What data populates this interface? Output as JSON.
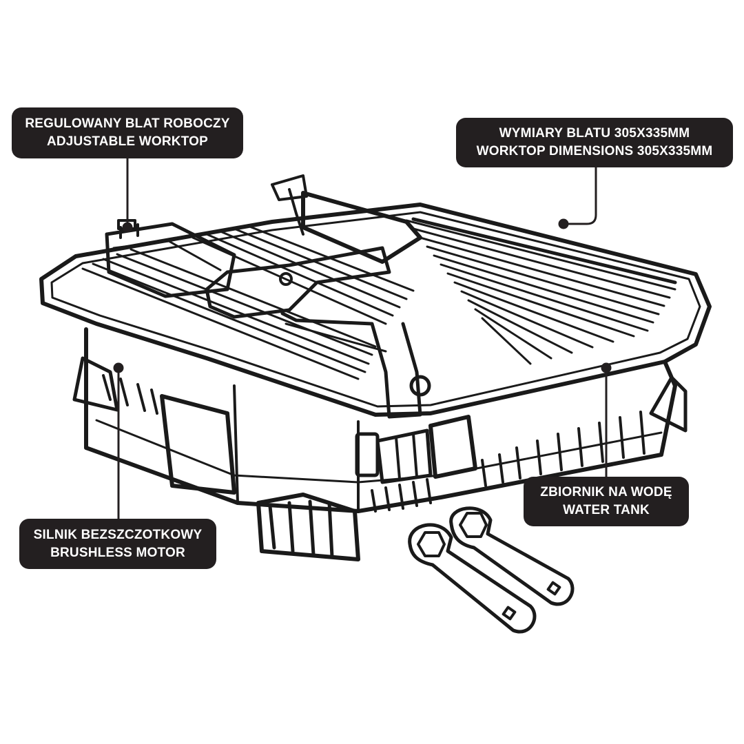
{
  "callouts": {
    "worktop": {
      "line1": "REGULOWANY BLAT ROBOCZY",
      "line2": "ADJUSTABLE WORKTOP"
    },
    "dimensions": {
      "line1": "WYMIARY BLATU 305X335MM",
      "line2": "WORKTOP DIMENSIONS 305X335MM"
    },
    "water_tank": {
      "line1": "ZBIORNIK NA WODĘ",
      "line2": "WATER TANK"
    },
    "motor": {
      "line1": "SILNIK BEZSZCZOTKOWY",
      "line2": "BRUSHLESS MOTOR"
    }
  },
  "colors": {
    "callout_bg": "#231f20",
    "callout_text": "#ffffff",
    "line_art": "#1a1a1a",
    "background": "#ffffff"
  },
  "icons": [
    "tile-saw-illustration",
    "wrench-icon"
  ]
}
